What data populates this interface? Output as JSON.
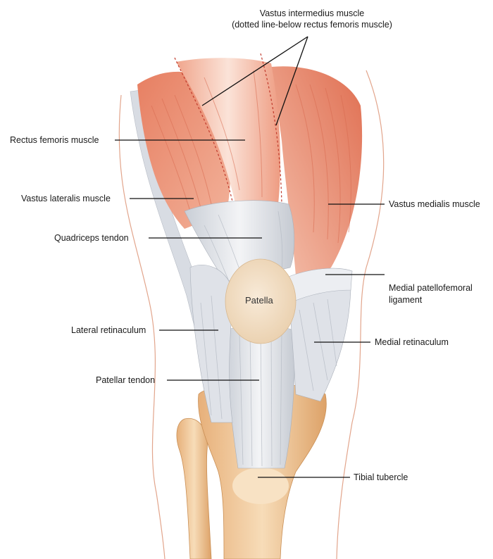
{
  "labels": {
    "vastus_intermedius": "Vastus intermedius muscle",
    "vastus_intermedius_note": "(dotted line-below rectus femoris muscle)",
    "rectus_femoris": "Rectus femoris muscle",
    "vastus_lateralis": "Vastus lateralis muscle",
    "vastus_medialis": "Vastus medialis muscle",
    "quadriceps_tendon": "Quadriceps tendon",
    "patella": "Patella",
    "medial_patellofemoral_1": "Medial patellofemoral",
    "medial_patellofemoral_2": "ligament",
    "lateral_retinaculum": "Lateral retinaculum",
    "medial_retinaculum": "Medial retinaculum",
    "patellar_tendon": "Patellar tendon",
    "tibial_tubercle": "Tibial tubercle"
  },
  "colors": {
    "muscle": "#e9876c",
    "muscle_light": "#f4b7a0",
    "tendon": "#e6e8ec",
    "tendon_shadow": "#b9bec7",
    "bone": "#efc493",
    "bone_dark": "#d9a46a",
    "patella": "#f1dcc0",
    "skin_outline": "#e2a58c",
    "leader_line": "#111111"
  }
}
